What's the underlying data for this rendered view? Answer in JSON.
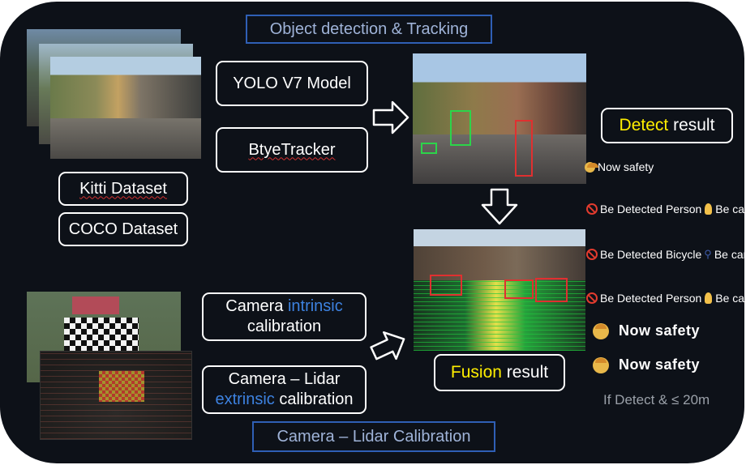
{
  "titles": {
    "top": "Object detection & Tracking",
    "bottom": "Camera – Lidar Calibration"
  },
  "models": {
    "yolo": "YOLO V7 Model",
    "tracker": "BtyeTracker"
  },
  "datasets": {
    "kitti": "Kitti Dataset",
    "coco": "COCO Dataset"
  },
  "calibration": {
    "intrinsic_prefix": "Camera ",
    "intrinsic_word": "intrinsic",
    "intrinsic_suffix": "calibration",
    "extrinsic_prefix": "Camera – Lidar",
    "extrinsic_word": "extrinsic",
    "extrinsic_suffix": " calibration"
  },
  "results": {
    "detect_word": "Detect",
    "detect_suffix": " result",
    "fusion_word": "Fusion",
    "fusion_suffix": " result"
  },
  "status_messages": {
    "now_safety_small": "Now safety",
    "detected_person_1": "Be Detected Person",
    "careful_1": "Be careful!",
    "detected_bicycle": "Be Detected Bicycle",
    "careful_2": "Be careful!",
    "detected_person_2": "Be Detected Person",
    "careful_3": "Be careful!",
    "now_safety_big_1": "Now safety",
    "now_safety_big_2": "Now safety",
    "condition": "If Detect & ≤ 20m"
  },
  "colors": {
    "background": "#0d1118",
    "title_border": "#2f5fb5",
    "highlight_blue": "#3d82e0",
    "highlight_yellow": "#ffee00",
    "warning_red": "#e23b2e"
  },
  "icons": [
    "arrow-right-icon",
    "arrow-down-icon",
    "no-entry-icon",
    "person-icon",
    "bicycle-icon",
    "face-icon"
  ]
}
